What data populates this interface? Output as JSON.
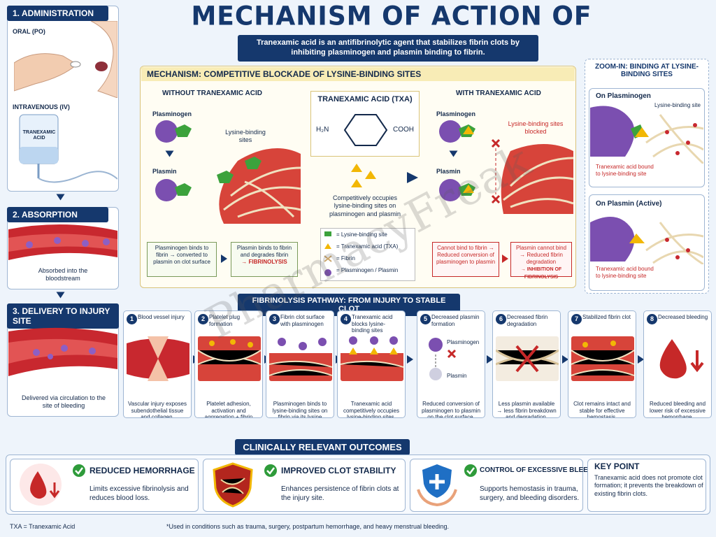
{
  "title": "MECHANISM OF ACTION OF TRANEXAMIC ACID",
  "subtitle": "Tranexamic acid is an antifibrinolytic agent that stabilizes fibrin clots by inhibiting plasminogen and plasmin binding to fibrin.",
  "watermark": "PharmacyFreak",
  "left": {
    "admin_header": "1. ADMINISTRATION",
    "oral": "ORAL (PO)",
    "iv": "INTRAVENOUS (IV)",
    "bag_label": "TRANEXAMIC ACID",
    "absorption_header": "2. ABSORPTION",
    "absorption_text": "Absorbed into the bloodstream",
    "delivery_header": "3. DELIVERY TO INJURY SITE",
    "delivery_text": "Delivered via circulation to the site of bleeding"
  },
  "mechanism": {
    "header": "MECHANISM: COMPETITIVE BLOCKADE OF LYSINE-BINDING SITES",
    "without_title": "WITHOUT TRANEXAMIC ACID",
    "plasminogen": "Plasminogen",
    "plasmin": "Plasmin",
    "lysine_sites": "Lysine-binding sites",
    "box1": "Plasminogen binds to fibrin → converted to plasmin on clot surface",
    "box2_line1": "Plasmin binds to fibrin and degrades fibrin",
    "box2_line2": "→ FIBRINOLYSIS",
    "txa_title": "TRANEXAMIC ACID (TXA)",
    "h2n": "H₂N",
    "cooh": "COOH",
    "occupies": "Competitively occupies lysine-binding sites on plasminogen and plasmin",
    "legend": [
      "= Lysine-binding site",
      "= Tranexamic acid (TXA)",
      "= Fibrin",
      "= Plasminogen / Plasmin"
    ],
    "with_title": "WITH TRANEXAMIC ACID",
    "with_plasminogen": "Plasminogen",
    "with_plasmin": "Plasmin",
    "blocked": "Lysine-binding sites blocked",
    "box3": "Cannot bind to fibrin → Reduced conversion of plasminogen to plasmin",
    "box4_line1": "Plasmin cannot bind → Reduced fibrin degradation",
    "box4_line2": "→ INHIBITION OF FIBRINOLYSIS"
  },
  "zoom": {
    "header": "ZOOM-IN: BINDING AT LYSINE-BINDING SITES",
    "on_plasminogen": "On Plasminogen",
    "lysine_site": "Lysine-binding site",
    "bound1": "Tranexamic acid bound to lysine-binding site",
    "on_plasmin": "On Plasmin (Active)",
    "bound2": "Tranexamic acid bound to lysine-binding site"
  },
  "pathway": {
    "header": "FIBRINOLYSIS PATHWAY: FROM INJURY TO STABLE CLOT",
    "steps": [
      {
        "n": "1",
        "title": "Blood vessel injury",
        "desc": "Vascular injury exposes subendothelial tissue and collagen."
      },
      {
        "n": "2",
        "title": "Platelet plug formation",
        "desc": "Platelet adhesion, activation and aggregation + fibrin formation create a temporary plug."
      },
      {
        "n": "3",
        "title": "Fibrin clot surface with plasminogen",
        "desc": "Plasminogen binds to lysine-binding sites on fibrin via its lysine binding domain."
      },
      {
        "n": "4",
        "title": "Tranexamic acid blocks lysine-binding sites",
        "desc": "Tranexamic acid competitively occupies lysine-binding sites, preventing binding."
      },
      {
        "n": "5",
        "title": "Decreased plasmin formation",
        "desc": "Reduced conversion of plasminogen to plasmin on the clot surface."
      },
      {
        "n": "6",
        "title": "Decreased fibrin degradation",
        "desc": "Less plasmin available → less fibrin breakdown and degradation."
      },
      {
        "n": "7",
        "title": "Stabilized fibrin clot",
        "desc": "Clot remains intact and stable for effective hemostasis."
      },
      {
        "n": "8",
        "title": "Decreased bleeding",
        "desc": "Reduced bleeding and lower risk of excessive hemorrhage."
      }
    ],
    "step5_plasminogen": "Plasminogen",
    "step5_plasmin": "Plasmin"
  },
  "outcomes": {
    "header": "CLINICALLY RELEVANT OUTCOMES",
    "items": [
      {
        "title": "REDUCED HEMORRHAGE",
        "desc": "Limits excessive fibrinolysis and reduces blood loss."
      },
      {
        "title": "IMPROVED CLOT STABILITY",
        "desc": "Enhances persistence of fibrin clots at the injury site."
      },
      {
        "title": "CONTROL OF EXCESSIVE BLEEDING",
        "desc": "Supports hemostasis in trauma, surgery, and bleeding disorders."
      }
    ],
    "key_title": "KEY POINT",
    "key_text": "Tranexamic acid does not promote clot formation; it prevents the breakdown of existing fibrin clots."
  },
  "footer": {
    "abbrev": "TXA = Tranexamic Acid",
    "note": "*Used in conditions such as trauma, surgery, postpartum hemorrhage, and heavy menstrual bleeding."
  },
  "colors": {
    "navy": "#15386d",
    "red": "#c62828",
    "purple": "#7b4fb0",
    "green": "#2e9b3a",
    "gold": "#f2b705"
  }
}
